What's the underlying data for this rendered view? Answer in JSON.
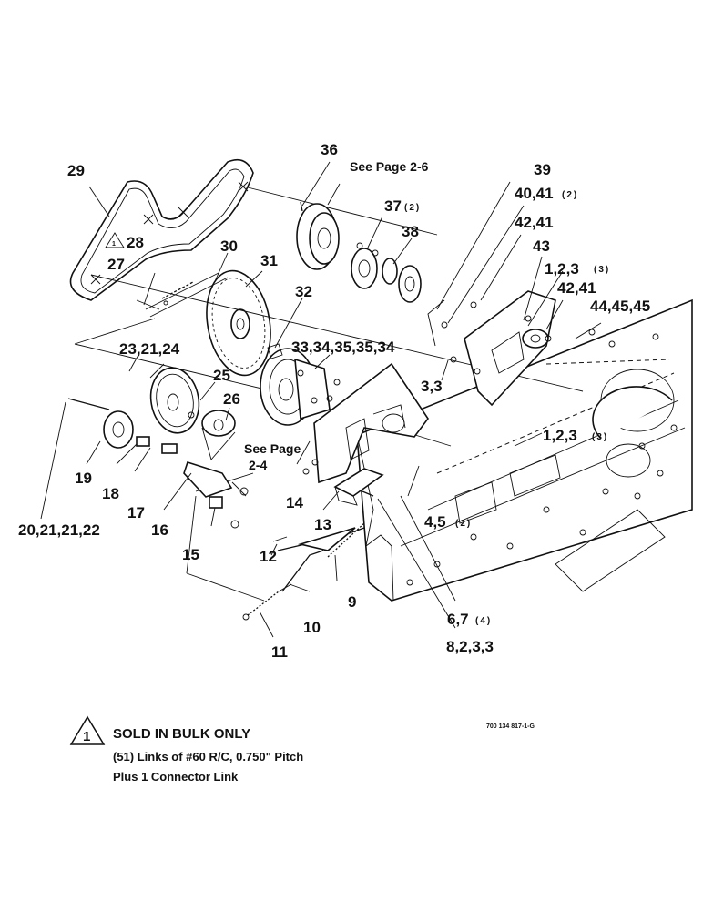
{
  "callouts": {
    "c9": "9",
    "c10": "10",
    "c11": "11",
    "c12": "12",
    "c13": "13",
    "c14": "14",
    "c15": "15",
    "c16": "16",
    "c17": "17",
    "c18": "18",
    "c19": "19",
    "c20": "20,21,21,22",
    "c23": "23,21,24",
    "c25": "25",
    "c26": "26",
    "c27": "27",
    "c28": "28",
    "c29": "29",
    "c30": "30",
    "c31": "31",
    "c32": "32",
    "c33": "33,34,35,35,34",
    "c36": "36",
    "c37": "37",
    "c37q": "(2)",
    "c38": "38",
    "c39": "39",
    "c40": "40,41",
    "c40q": "(2)",
    "c42a": "42,41",
    "c43": "43",
    "c1a": "1,2,3",
    "c1aq": "(3)",
    "c42b": "42,41",
    "c44": "44,45,45",
    "c33b": "3,3",
    "c1b": "1,2,3",
    "c1bq": "(3)",
    "c4": "4,5",
    "c4q": "(2)",
    "c6": "6,7",
    "c6q": "(4)",
    "c8": "8,2,3,3"
  },
  "refs": {
    "see26_line1": "See Page 2-6",
    "see24_line1": "See Page",
    "see24_line2": "2-4"
  },
  "note": {
    "symbol": "1",
    "title": "SOLD IN BULK ONLY",
    "line1": "(51) Links of #60 R/C, 0.750\" Pitch",
    "line2": "Plus 1 Connector Link"
  },
  "figure_id": "700 134 817-1-G"
}
